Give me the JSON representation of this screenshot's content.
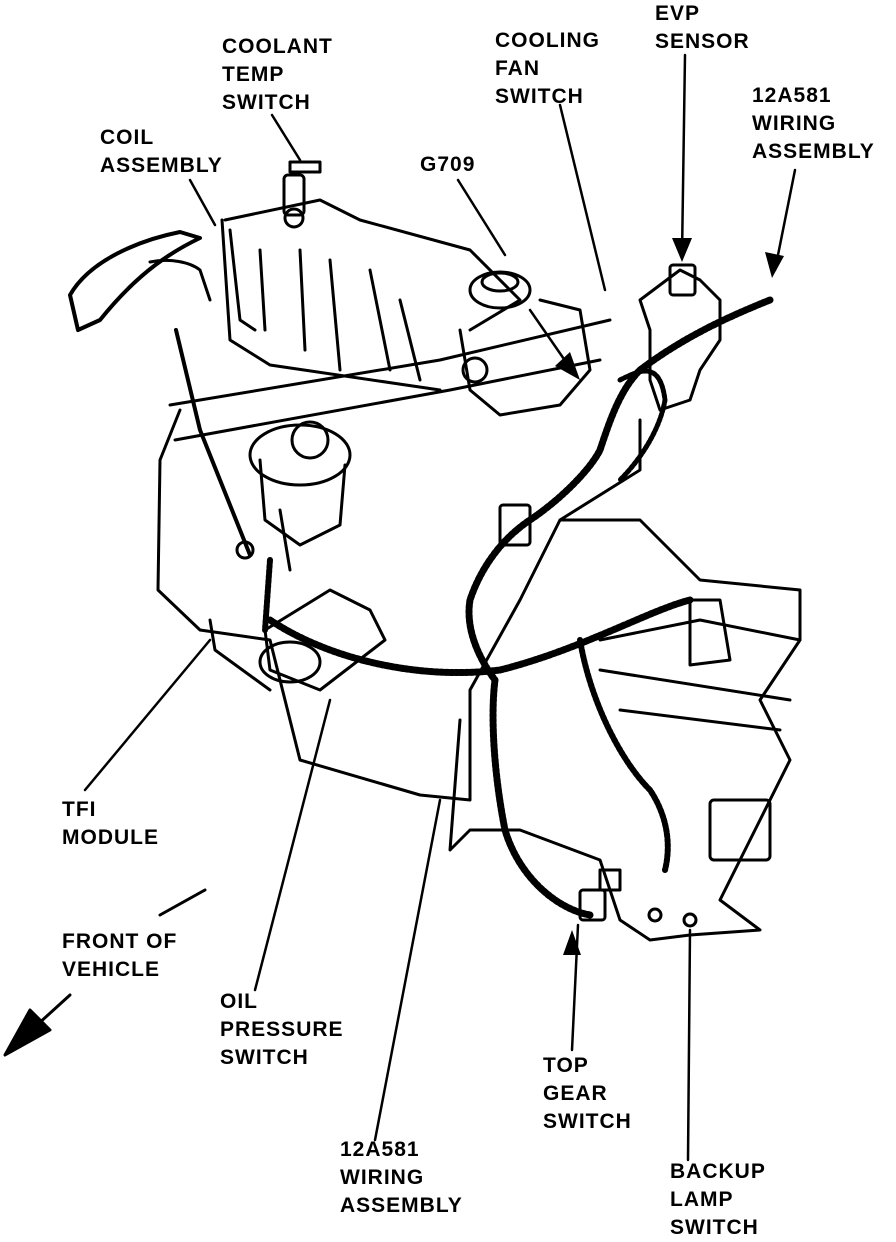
{
  "labels": {
    "coolant_temp_switch": [
      "COOLANT",
      "TEMP",
      "SWITCH"
    ],
    "coil_assembly": [
      "COIL",
      "ASSEMBLY"
    ],
    "g709": [
      "G709"
    ],
    "cooling_fan_switch": [
      "COOLING",
      "FAN",
      "SWITCH"
    ],
    "evp_sensor": [
      "EVP",
      "SENSOR"
    ],
    "wiring_assembly_top": [
      "12A581",
      "WIRING",
      "ASSEMBLY"
    ],
    "tfi_module": [
      "TFI",
      "MODULE"
    ],
    "front_of_vehicle": [
      "FRONT OF",
      "VEHICLE"
    ],
    "oil_pressure_switch": [
      "OIL",
      "PRESSURE",
      "SWITCH"
    ],
    "wiring_assembly_bottom": [
      "12A581",
      "WIRING",
      "ASSEMBLY"
    ],
    "top_gear_switch": [
      "TOP",
      "GEAR",
      "SWITCH"
    ],
    "backup_lamp_switch": [
      "BACKUP",
      "LAMP",
      "SWITCH"
    ]
  },
  "colors": {
    "ink": "#000000",
    "paper": "#ffffff"
  }
}
